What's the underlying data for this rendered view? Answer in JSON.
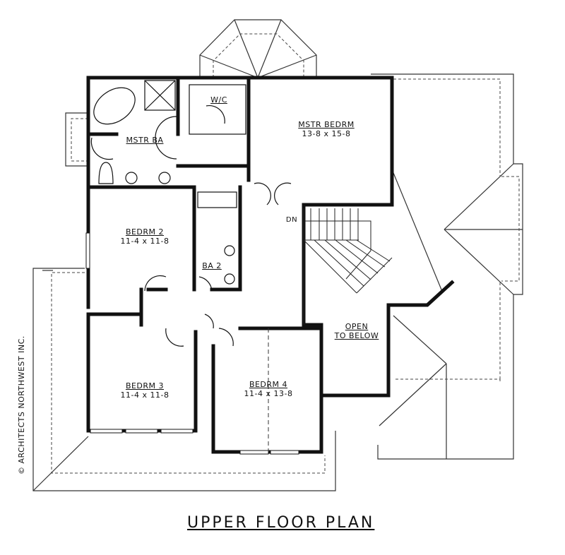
{
  "title": "UPPER FLOOR PLAN",
  "copyright": "© ARCHITECTS NORTHWEST INC.",
  "rooms": {
    "master_bedroom": {
      "name": "MSTR BEDRM",
      "dims": "13-8 x 15-8"
    },
    "master_bath": {
      "name": "MSTR BA"
    },
    "walk_in_closet": {
      "name": "W/C"
    },
    "bedroom_2": {
      "name": "BEDRM 2",
      "dims": "11-4 x 11-8"
    },
    "bath_2": {
      "name": "BA 2"
    },
    "bedroom_3": {
      "name": "BEDRM 3",
      "dims": "11-4 x 11-8"
    },
    "bedroom_4": {
      "name": "BEDRM 4",
      "dims": "11-4 x 13-8"
    },
    "open_to_below": {
      "line1": "OPEN",
      "line2": "TO BELOW"
    }
  },
  "stairs": {
    "label": "DN"
  },
  "colors": {
    "wall": "#111111",
    "line": "#333333",
    "background": "#ffffff"
  }
}
